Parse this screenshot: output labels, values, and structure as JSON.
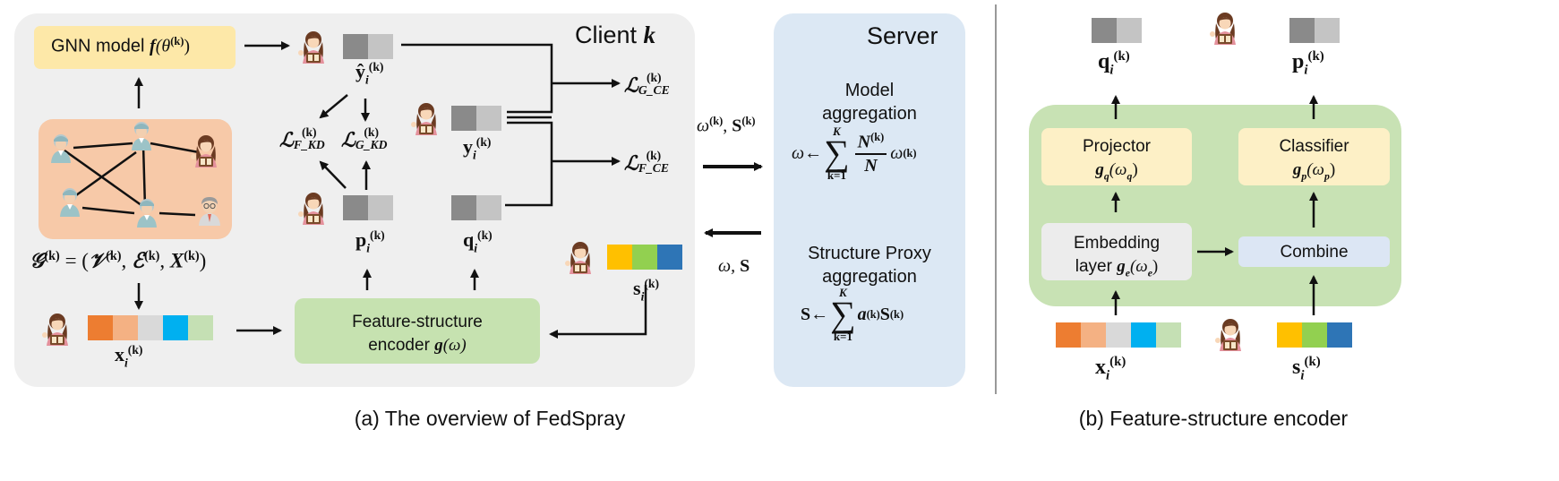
{
  "panel_a": {
    "client_title": "Client ",
    "client_k": "k",
    "gnn_model_text": "GNN model ",
    "gnn_f": "f",
    "gnn_theta": "(θ",
    "gnn_k_sup": "(k)",
    "gnn_close": ")",
    "graph_G": "𝒢",
    "graph_sup": "(k)",
    "graph_eq": " = (",
    "graph_V": "𝒱",
    "graph_E": "ℰ",
    "graph_X": "X",
    "graph_close": ")",
    "y_hat": "ŷ",
    "y": "y",
    "p": "p",
    "q": "q",
    "s": "s",
    "x": "x",
    "sub_i": "i",
    "sup_k": "(k)",
    "loss_L": "ℒ",
    "loss_g_ce": "G_CE",
    "loss_f_ce": "F_CE",
    "loss_f_kd": "F_KD",
    "loss_g_kd": "G_KD",
    "encoder_line1": "Feature-structure",
    "encoder_line2": "encoder ",
    "encoder_g": "g",
    "encoder_omega": "(ω)",
    "uplink_omega": "ω",
    "uplink_S": "S",
    "downlink_label": "ω, ",
    "downlink_S": "S",
    "caption": "(a) The overview of FedSpray"
  },
  "server": {
    "title": "Server",
    "model_agg_1": "Model",
    "model_agg_2": "aggregation",
    "omega": "ω",
    "arrow": " ← ",
    "sum_top": "K",
    "sum_bot": "k=1",
    "frac_num": "N",
    "frac_den": "N",
    "sup_k": "(k)",
    "proxy_agg_1": "Structure Proxy",
    "proxy_agg_2": "aggregation",
    "S": "S",
    "a": "a"
  },
  "panel_b": {
    "q": "q",
    "p": "p",
    "x": "x",
    "s": "s",
    "sub_i": "i",
    "sup_k": "(k)",
    "projector_title": "Projector",
    "projector_g": "g",
    "projector_sub": "q",
    "projector_arg": "(ω",
    "projector_arg_sub": "q",
    "classifier_title": "Classifier",
    "classifier_g": "g",
    "classifier_sub": "p",
    "classifier_arg": "(ω",
    "classifier_arg_sub": "p",
    "embedding_line1": "Embedding",
    "embedding_line2": "layer ",
    "embedding_g": "g",
    "embedding_sub": "e",
    "embedding_arg": "(ω",
    "embedding_arg_sub": "e",
    "close": ")",
    "combine": "Combine",
    "caption": "(b) Feature-structure encoder"
  },
  "colors": {
    "client_bg": "#efefef",
    "server_bg": "#dce8f4",
    "gnn_box": "#fde8a8",
    "graph_box": "#f7c9a8",
    "encoder_box": "#c6e2b0",
    "panel_b_bg": "#c8e2b4",
    "projector_box": "#fdf0c6",
    "embedding_box": "#ececec",
    "combine_box": "#dce6f4",
    "vec_dark": "#8a8a8a",
    "vec_light": "#c4c4c4",
    "feat_orange": "#ed7d31",
    "feat_peach": "#f4b183",
    "feat_grey": "#d9d9d9",
    "feat_cyan": "#00b0f0",
    "feat_green": "#c5e0b4",
    "struct_yellow": "#ffc000",
    "struct_green": "#92d050",
    "struct_blue": "#2e75b6"
  },
  "icons": [
    "teacher-avatar-icon",
    "client-node-icon",
    "elder-node-icon"
  ]
}
